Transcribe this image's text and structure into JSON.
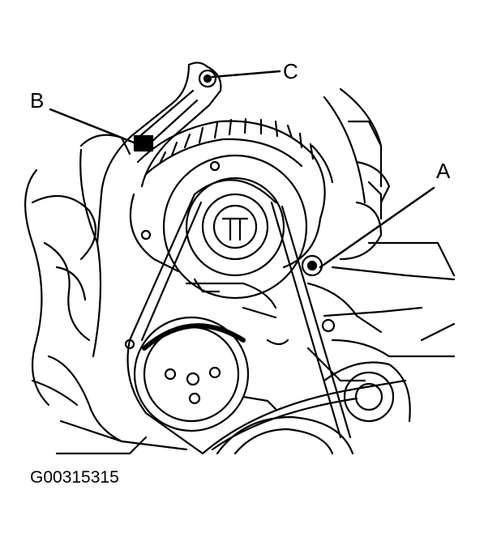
{
  "callouts": {
    "a": "A",
    "b": "B",
    "c": "C"
  },
  "figure_id": "G00315315",
  "colors": {
    "ink": "#000000",
    "paper": "#ffffff"
  }
}
